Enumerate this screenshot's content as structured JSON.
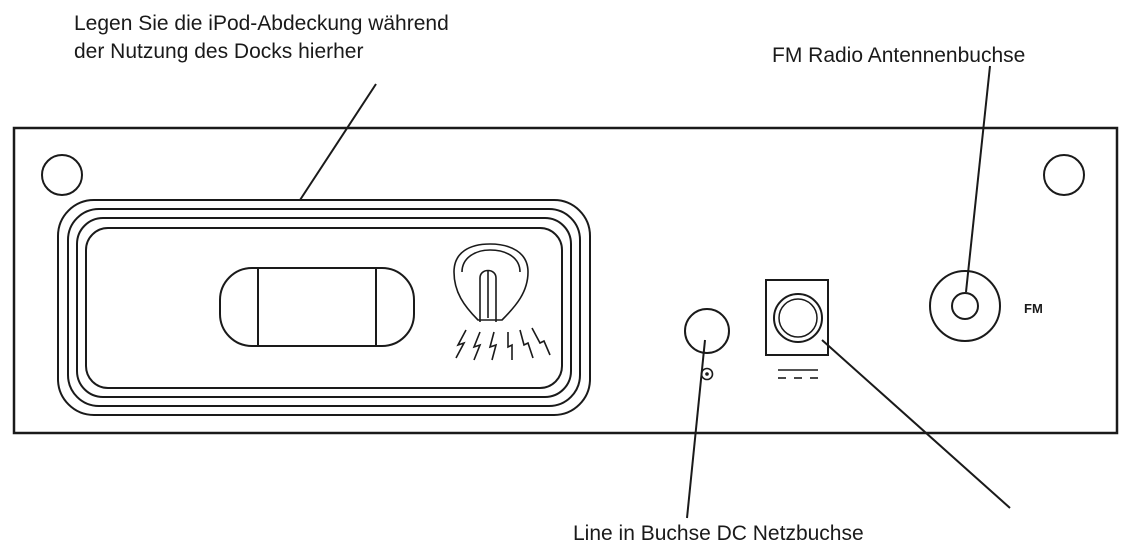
{
  "labels": {
    "cover_line1": "Legen Sie die iPod-Abdeckung während",
    "cover_line2": "der Nutzung des Docks hierher",
    "fm_antenna": "FM Radio Antennenbuchse",
    "bottom_line": "Line in Buchse DC Netzbuchse"
  },
  "panel_text": {
    "fm_marking": "FM"
  },
  "icons": [
    "headphone-line-in-symbol",
    "dc-symbol",
    "sparkle-strike-symbol"
  ],
  "colors": {
    "stroke": "#1a1a1a",
    "background": "#ffffff"
  }
}
